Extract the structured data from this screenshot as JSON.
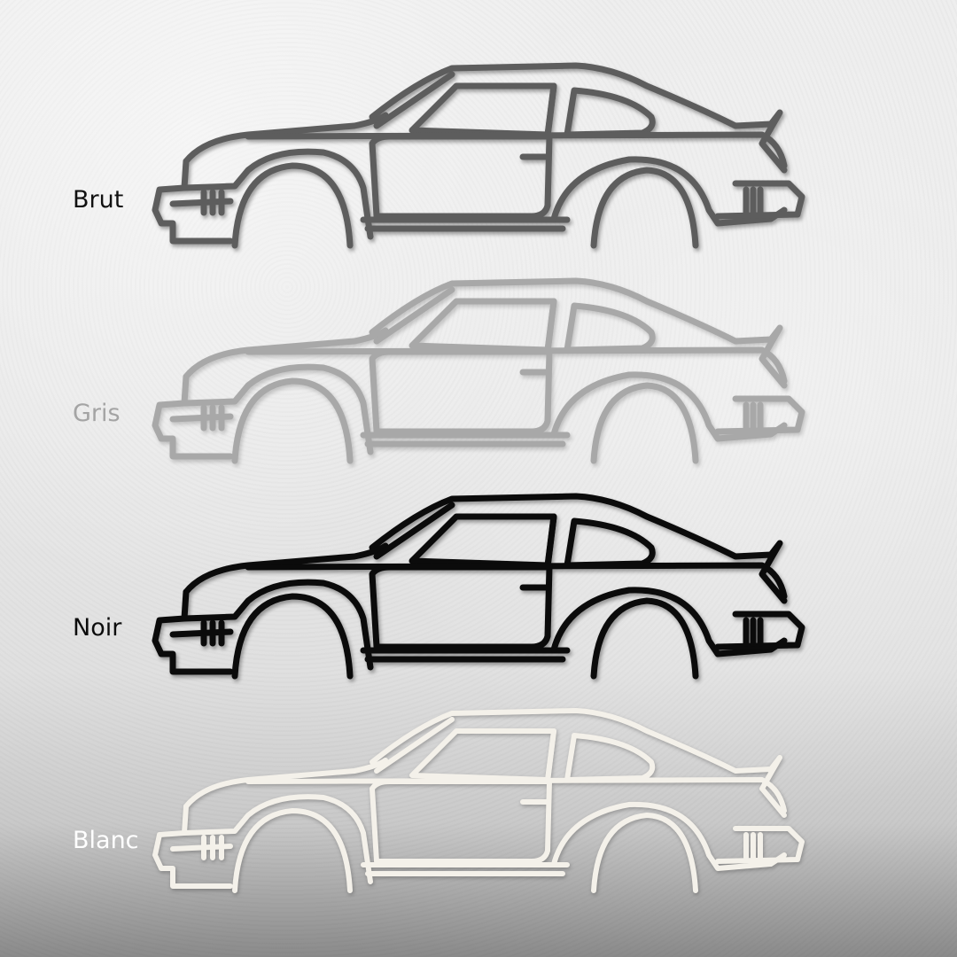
{
  "variants": [
    {
      "label": "Brut",
      "color": "#5d5d5d"
    },
    {
      "label": "Gris",
      "color": "#a8a8a8"
    },
    {
      "label": "Noir",
      "color": "#0b0b0b"
    },
    {
      "label": "Blanc",
      "color": "#f4f1ea"
    }
  ],
  "background_color": "#e9e9e9"
}
